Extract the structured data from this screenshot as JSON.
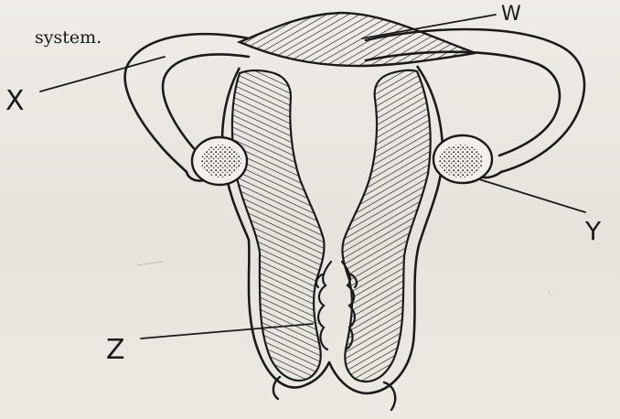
{
  "caption": {
    "text": "system."
  },
  "labels": {
    "w": "W",
    "x": "X",
    "y": "Y",
    "z": "Z"
  },
  "colors": {
    "paper": "#e9e5e0",
    "ink": "#1a1a1a"
  }
}
